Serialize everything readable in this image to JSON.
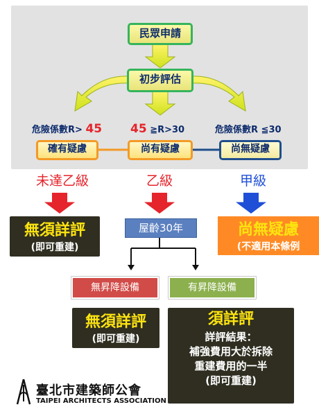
{
  "flow": {
    "apply": "民眾申請",
    "initial": "初步評估",
    "cond_left_prefix": "危險係數R>",
    "cond_left_value": "45",
    "cond_mid_value": "45",
    "cond_mid_suffix": "≧R>30",
    "cond_right_prefix": "危險係數R",
    "cond_right_suffix": "≦30",
    "outcome_left": "確有疑慮",
    "outcome_mid": "尚有疑慮",
    "outcome_right": "尚無疑慮"
  },
  "grades": {
    "left": "未達乙級",
    "mid": "乙級",
    "right": "甲級"
  },
  "results": {
    "no_review_title": "無須詳評",
    "no_review_note": "(即可重建)",
    "age_label": "屋齡30年",
    "no_concern_title": "尚無疑慮",
    "no_concern_note": "(不適用本條例",
    "no_equipment": "無昇降設備",
    "has_equipment": "有昇降設備",
    "no_review2_title": "無須詳評",
    "no_review2_note": "(即可重建)",
    "review_title": "須詳評",
    "review_line1": "詳評結果：",
    "review_line2": "補強費用大於拆除",
    "review_line3": "重建費用的一半",
    "review_line4": "(即可重建)"
  },
  "org": {
    "name_zh": "臺北市建築師公會",
    "name_en": "TAIPEI ARCHITECTS ASSOCIATION"
  },
  "colors": {
    "red": "#e5242b",
    "blue": "#1f4fd6",
    "gold": "#fde40f",
    "dark": "#2f2e21"
  }
}
